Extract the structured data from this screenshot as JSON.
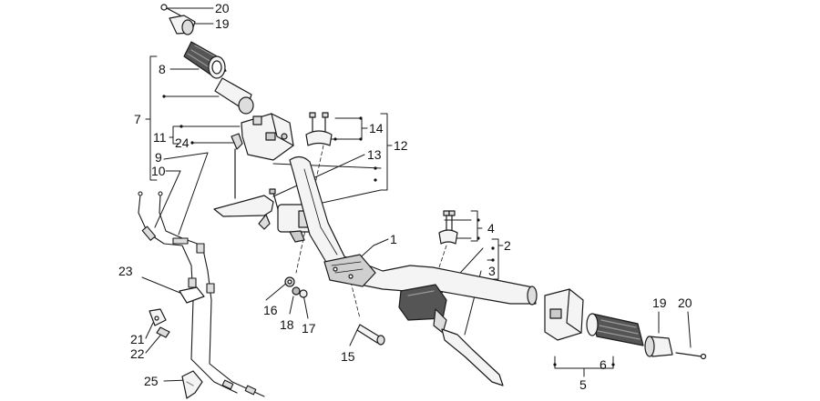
{
  "diagram": {
    "callouts": {
      "c1": "1",
      "c2": "2",
      "c3": "3",
      "c4": "4",
      "c5": "5",
      "c6": "6",
      "c7": "7",
      "c8": "8",
      "c9": "9",
      "c10": "10",
      "c11": "11",
      "c12": "12",
      "c13": "13",
      "c14": "14",
      "c15": "15",
      "c16": "16",
      "c17": "17",
      "c18": "18",
      "c19a": "19",
      "c19b": "19",
      "c20a": "20",
      "c20b": "20",
      "c21": "21",
      "c22": "22",
      "c23": "23",
      "c24": "24",
      "c25": "25"
    },
    "colors": {
      "line": "#1a1a1a",
      "part_fill": "#f4f4f4",
      "shade": "#bdbdbd",
      "text": "#111111"
    }
  }
}
